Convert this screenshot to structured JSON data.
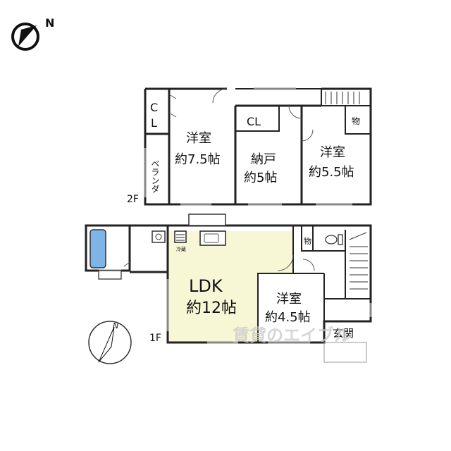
{
  "north_top": "N",
  "north_bottom": "N",
  "floors": {
    "second": {
      "label": "2F",
      "rooms": {
        "cl_left": "C",
        "cl_left_2": "L",
        "balcony": "ベランダ",
        "western_a_1": "洋室",
        "western_a_2": "約7.5帖",
        "storage_1": "納戸",
        "storage_2": "約5帖",
        "cl_mid": "CL",
        "western_b_1": "洋室",
        "western_b_2": "約5.5帖",
        "closet": "物"
      }
    },
    "first": {
      "label": "1F",
      "rooms": {
        "ldk_1": "LDK",
        "ldk_2": "約12帖",
        "western_1": "洋室",
        "western_2": "約4.5帖",
        "closet": "物",
        "entrance": "玄関",
        "fridge": "冷蔵"
      }
    }
  },
  "watermark": "賃貸のエイブル",
  "colors": {
    "ldk_fill": "#f7f7d6",
    "wall": "#222222",
    "window": "#888888"
  }
}
